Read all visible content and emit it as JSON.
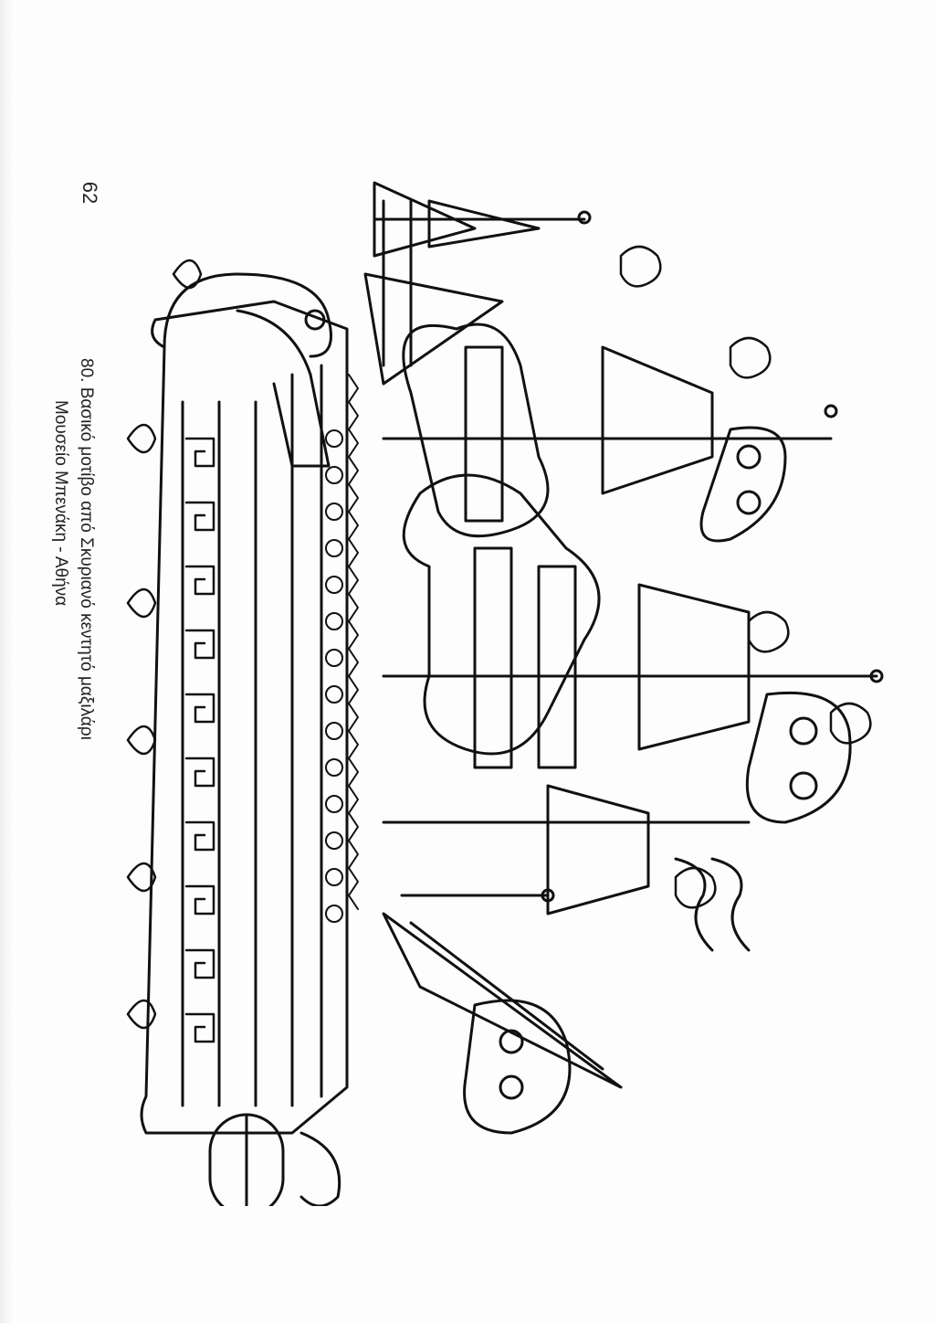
{
  "page": {
    "number": "62",
    "caption_line1": "80. Βασικό μοτίβο από Σκυριανό κεντητό μαξιλάρι",
    "caption_line2": "Μουσείο Μπενάκη - Αθήνα"
  },
  "illustration": {
    "subject": "embroidery-ship-pattern",
    "ink_color": "#111111",
    "paper_color": "#fdfdfd"
  }
}
